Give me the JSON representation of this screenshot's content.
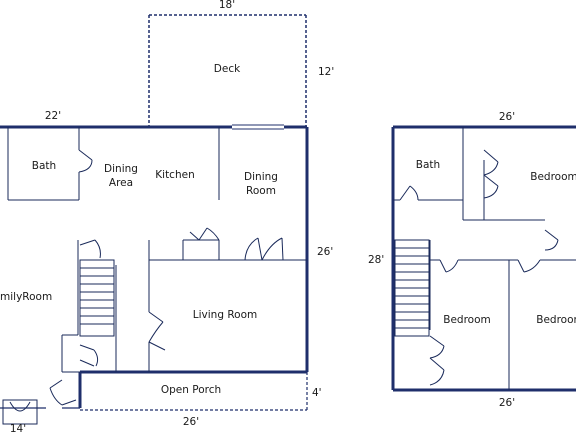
{
  "plan": {
    "wall_color": "#1f2f6b",
    "line_color": "#1a2a5a",
    "deck_color": "#1f2f6b",
    "dimensions": {
      "deck_width": "18'",
      "deck_depth": "12'",
      "main_width": "22'",
      "main_depth": "26'",
      "porch_depth": "4'",
      "porch_width": "26'",
      "corner": "14'",
      "upper_width_top": "26'",
      "upper_depth": "28'",
      "upper_width_bottom": "26'"
    },
    "rooms": {
      "deck": "Deck",
      "bath_main": "Bath",
      "dining_area_1": "Dining",
      "dining_area_2": "Area",
      "kitchen": "Kitchen",
      "dining_room_1": "Dining",
      "dining_room_2": "Room",
      "family_room": "milyRoom",
      "living_room": "Living Room",
      "open_porch": "Open Porch",
      "bath_upper": "Bath",
      "bedroom_a": "Bedroom",
      "bedroom_b": "Bedroom",
      "bedroom_c": "Bedroom"
    }
  }
}
